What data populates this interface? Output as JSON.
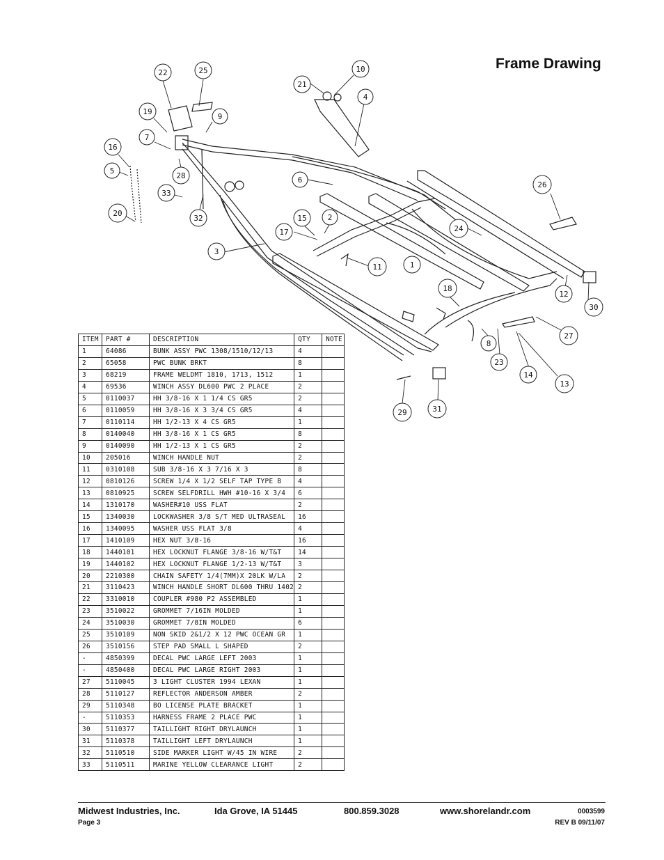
{
  "title": "Frame Drawing",
  "callouts": [
    "22",
    "25",
    "10",
    "21",
    "4",
    "19",
    "9",
    "7",
    "16",
    "5",
    "28",
    "33",
    "20",
    "32",
    "6",
    "26",
    "15",
    "2",
    "17",
    "24",
    "3",
    "11",
    "1",
    "18",
    "12",
    "30",
    "27",
    "8",
    "23",
    "14",
    "13",
    "29",
    "31"
  ],
  "table": {
    "headers": [
      "ITEM",
      "PART #",
      "DESCRIPTION",
      "QTY",
      "NOTE"
    ],
    "rows": [
      [
        "1",
        "64086",
        "BUNK ASSY   PWC 1308/1510/12/13",
        "4",
        ""
      ],
      [
        "2",
        "65058",
        "PWC BUNK BRKT",
        "8",
        ""
      ],
      [
        "3",
        "68219",
        "FRAME WELDMT 1810, 1713, 1512",
        "1",
        ""
      ],
      [
        "4",
        "69536",
        "WINCH ASSY DL600 PWC 2 PLACE",
        "2",
        ""
      ],
      [
        "5",
        "0110037",
        "HH 3/8-16 X 1 1/4 CS GR5",
        "2",
        ""
      ],
      [
        "6",
        "0110059",
        "HH 3/8-16 X 3 3/4 CS GR5",
        "4",
        ""
      ],
      [
        "7",
        "0110114",
        "HH 1/2-13 X 4 CS GR5",
        "1",
        ""
      ],
      [
        "8",
        "0140040",
        "HH 3/8-16 X 1 CS GR5",
        "8",
        ""
      ],
      [
        "9",
        "0140090",
        "HH 1/2-13 X 1 CS GR5",
        "2",
        ""
      ],
      [
        "10",
        "205016",
        "WINCH HANDLE NUT",
        "2",
        ""
      ],
      [
        "11",
        "0310108",
        "SUB 3/8-16 X 3 7/16 X 3",
        "8",
        ""
      ],
      [
        "12",
        "0810126",
        "SCREW 1/4 X 1/2 SELF TAP TYPE B",
        "4",
        ""
      ],
      [
        "13",
        "0810925",
        "SCREW SELFDRILL HWH #10-16 X 3/4",
        "6",
        ""
      ],
      [
        "14",
        "1310170",
        "WASHER#10 USS FLAT",
        "2",
        ""
      ],
      [
        "15",
        "1340030",
        "LOCKWASHER 3/8 S/T MED ULTRASEAL",
        "16",
        ""
      ],
      [
        "16",
        "1340095",
        "WASHER USS FLAT 3/8",
        "4",
        ""
      ],
      [
        "17",
        "1410109",
        "HEX NUT 3/8-16",
        "16",
        ""
      ],
      [
        "18",
        "1440101",
        "HEX LOCKNUT FLANGE 3/8-16 W/T&T",
        "14",
        ""
      ],
      [
        "19",
        "1440102",
        "HEX LOCKNUT FLANGE 1/2-13 W/T&T",
        "3",
        ""
      ],
      [
        "20",
        "2210300",
        "CHAIN SAFETY 1/4(7MM)X 20LK W/LA",
        "2",
        ""
      ],
      [
        "21",
        "3110423",
        "WINCH HANDLE SHORT DL600 THRU 1402",
        "2",
        ""
      ],
      [
        "22",
        "3310010",
        "COUPLER #980 P2 ASSEMBLED",
        "1",
        ""
      ],
      [
        "23",
        "3510022",
        "GROMMET  7/16IN MOLDED",
        "1",
        ""
      ],
      [
        "24",
        "3510030",
        "GROMMET  7/8IN MOLDED",
        "6",
        ""
      ],
      [
        "25",
        "3510109",
        "NON SKID 2&1/2 X 12 PWC OCEAN GR",
        "1",
        ""
      ],
      [
        "26",
        "3510156",
        "STEP PAD  SMALL L SHAPED",
        "2",
        ""
      ],
      [
        "-",
        "4850399",
        "DECAL PWC LARGE LEFT 2003",
        "1",
        ""
      ],
      [
        "-",
        "4850400",
        "DECAL PWC LARGE RIGHT 2003",
        "1",
        ""
      ],
      [
        "27",
        "5110045",
        "3 LIGHT CLUSTER  1994  LEXAN",
        "1",
        ""
      ],
      [
        "28",
        "5110127",
        "REFLECTOR ANDERSON AMBER",
        "2",
        ""
      ],
      [
        "29",
        "5110348",
        "BO LICENSE PLATE BRACKET",
        "1",
        ""
      ],
      [
        "-",
        "5110353",
        "HARNESS   FRAME 2 PLACE PWC",
        "1",
        ""
      ],
      [
        "30",
        "5110377",
        "TAILLIGHT   RIGHT   DRYLAUNCH",
        "1",
        ""
      ],
      [
        "31",
        "5110378",
        "TAILLIGHT   LEFT   DRYLAUNCH",
        "1",
        ""
      ],
      [
        "32",
        "5110510",
        "SIDE MARKER LIGHT W/45 IN WIRE",
        "2",
        ""
      ],
      [
        "33",
        "5110511",
        "MARINE YELLOW CLEARANCE LIGHT",
        "2",
        ""
      ]
    ]
  },
  "footer": {
    "company": "Midwest Industries, Inc.",
    "city": "Ida Grove, IA  51445",
    "phone": "800.859.3028",
    "website": "www.shorelandr.com",
    "doc_number": "0003599",
    "page": "Page 3",
    "revision": "REV B  09/11/07"
  }
}
